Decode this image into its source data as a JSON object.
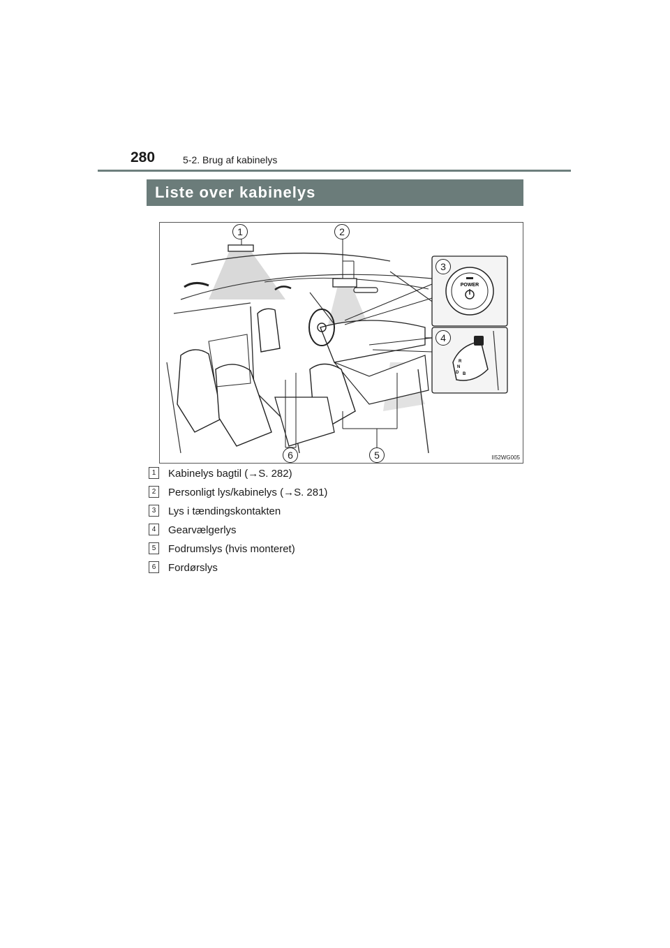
{
  "header": {
    "page_number": "280",
    "section": "5-2. Brug af kabinelys"
  },
  "title": "Liste over kabinelys",
  "figure": {
    "code": "II52WG005",
    "callouts": [
      "1",
      "2",
      "3",
      "4",
      "5",
      "6"
    ],
    "power_label": "POWER",
    "shift_letters": [
      "R",
      "N",
      "D",
      "B"
    ]
  },
  "legend": [
    {
      "num": "1",
      "text": "Kabinelys bagtil (→S. 282)"
    },
    {
      "num": "2",
      "text": "Personligt lys/kabinelys (→S. 281)"
    },
    {
      "num": "3",
      "text": "Lys i tændingskontakten"
    },
    {
      "num": "4",
      "text": "Gearvælgerlys"
    },
    {
      "num": "5",
      "text": "Fodrumslys (hvis monteret)"
    },
    {
      "num": "6",
      "text": "Fordørslys"
    }
  ]
}
